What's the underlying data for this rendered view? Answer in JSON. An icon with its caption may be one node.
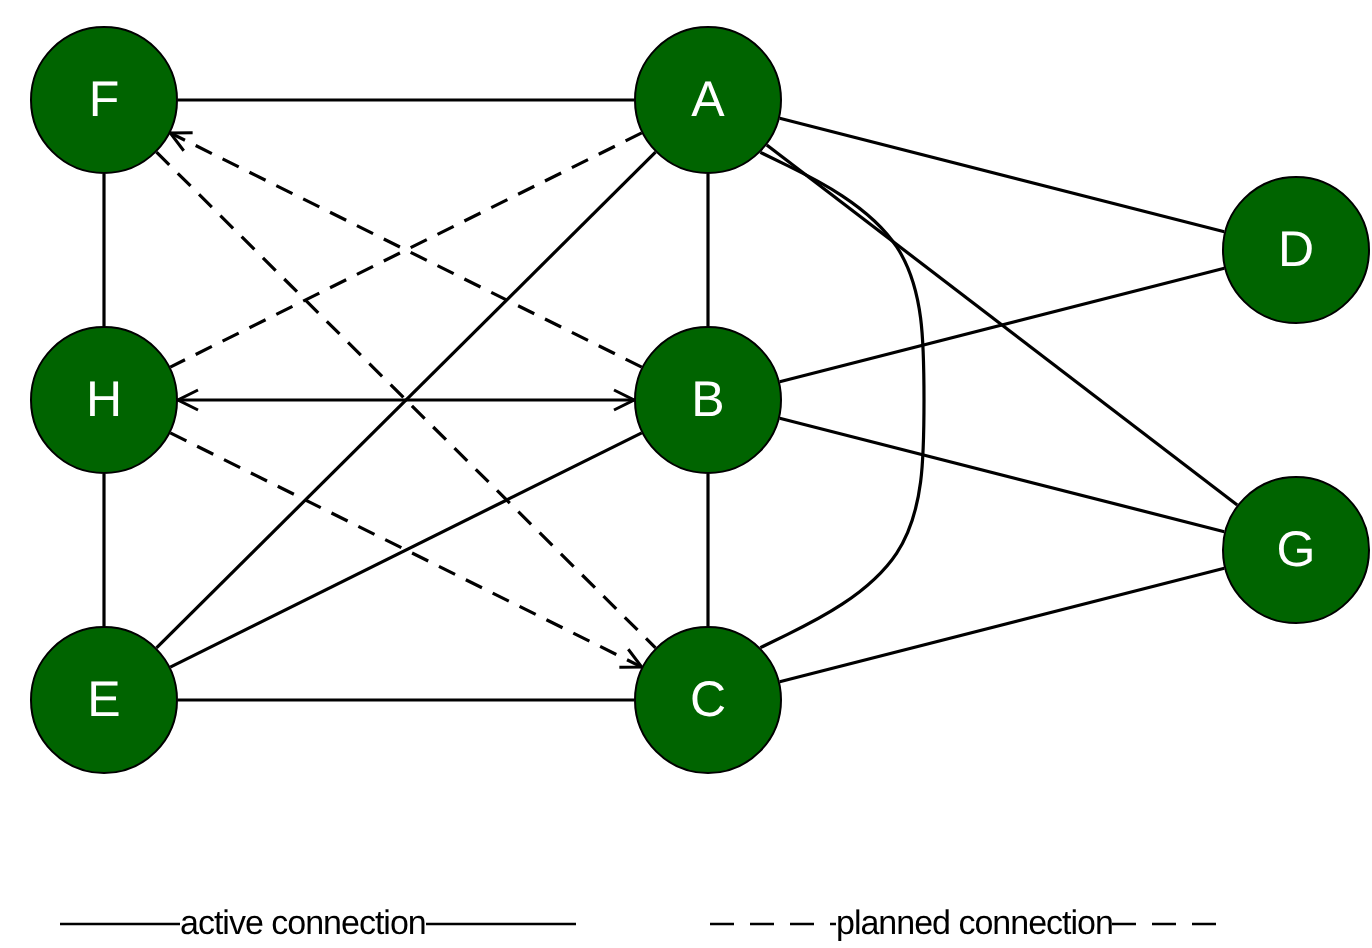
{
  "diagram": {
    "nodes": [
      {
        "text": [
          "F"
        ]
      },
      {
        "text": [
          "A"
        ]
      },
      {
        "text": [
          "D"
        ]
      },
      {
        "text": [
          "H"
        ]
      },
      {
        "text": [
          "B"
        ]
      },
      {
        "text": [
          "G"
        ]
      },
      {
        "text": [
          "E"
        ]
      },
      {
        "text": [
          "C"
        ]
      }
    ],
    "edges": [
      {
        "from": 0,
        "to": 1,
        "arrow": "none"
      },
      {
        "from": 0,
        "to": 3,
        "arrow": "none"
      },
      {
        "from": 3,
        "to": 6,
        "arrow": "none"
      },
      {
        "from": 4,
        "to": 0,
        "arrow": "to",
        "style": "dashed"
      },
      {
        "from": 0,
        "to": 7,
        "arrow": "none",
        "style": "dashed"
      },
      {
        "from": 1,
        "to": 3,
        "arrow": "none",
        "style": "dashed"
      },
      {
        "from": 1,
        "to": 4,
        "arrow": "none"
      },
      {
        "from": 1,
        "to": 6,
        "arrow": "none"
      },
      {
        "from": 1,
        "to": 7,
        "arrow": "none"
      },
      {
        "from": 1,
        "to": 2,
        "arrow": "none"
      },
      {
        "from": 1,
        "to": 5,
        "arrow": "none"
      },
      {
        "from": 3,
        "to": 4,
        "arrow": "both"
      },
      {
        "from": 3,
        "to": 7,
        "arrow": "to",
        "style": "dashed"
      },
      {
        "from": 6,
        "to": 4,
        "arrow": "none"
      },
      {
        "from": 6,
        "to": 7,
        "arrow": "none"
      },
      {
        "from": 4,
        "to": 7,
        "arrow": "none"
      },
      {
        "from": 4,
        "to": 2,
        "arrow": "none"
      },
      {
        "from": 4,
        "to": 5,
        "arrow": "none"
      },
      {
        "from": 7,
        "to": 5,
        "arrow": "none"
      }
    ],
    "legend": [
      {
        "text": "active connection"
      },
      {
        "text": "planned connection"
      }
    ]
  }
}
